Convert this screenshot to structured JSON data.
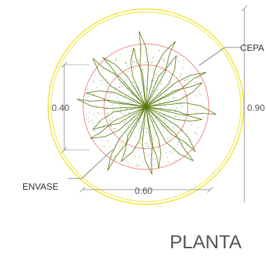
{
  "drawing": {
    "title": "PLANTA",
    "labels": {
      "plant": "CEPA",
      "container": "ENVASE"
    },
    "dimensions": {
      "inner_diameter": "0.40",
      "container_width": "0.60",
      "outer_diameter": "0.90"
    },
    "colors": {
      "outer_circle": "#f0e84a",
      "pot_circle": "#f08080",
      "leaves": "#5a7a10",
      "stipple": "#6a8a4a",
      "dimension_lines": "#777777"
    },
    "plant": {
      "leaf_count": 20
    }
  }
}
